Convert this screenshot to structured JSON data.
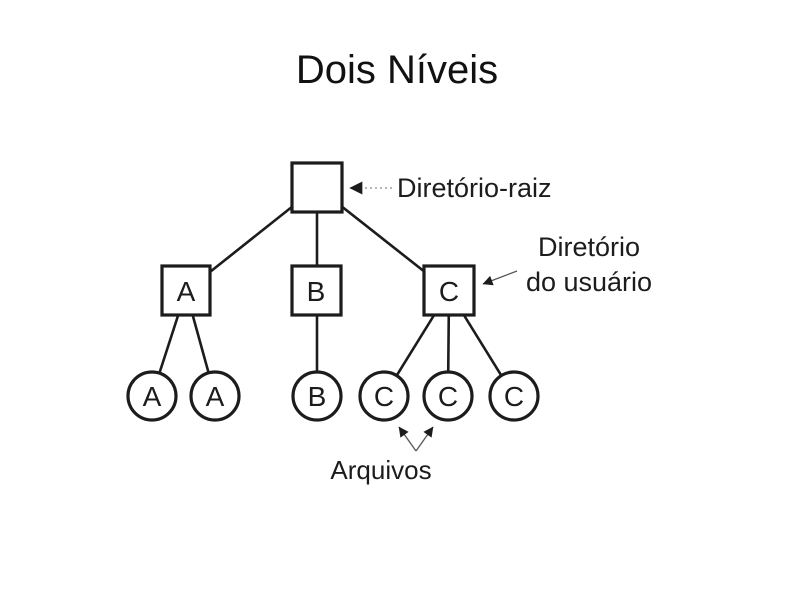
{
  "slide": {
    "title": "Dois Níveis",
    "background_color": "#ffffff",
    "ink_color": "#1c1c1c"
  },
  "diagram": {
    "type": "two-level-directory-tree",
    "root_node": {
      "shape": "square",
      "label": ""
    },
    "user_directories": [
      {
        "shape": "square",
        "label": "A"
      },
      {
        "shape": "square",
        "label": "B"
      },
      {
        "shape": "square",
        "label": "C"
      }
    ],
    "files": [
      {
        "shape": "circle",
        "parent": "A",
        "label": "A"
      },
      {
        "shape": "circle",
        "parent": "A",
        "label": "A"
      },
      {
        "shape": "circle",
        "parent": "B",
        "label": "B"
      },
      {
        "shape": "circle",
        "parent": "C",
        "label": "C"
      },
      {
        "shape": "circle",
        "parent": "C",
        "label": "C"
      },
      {
        "shape": "circle",
        "parent": "C",
        "label": "C"
      }
    ],
    "annotations": {
      "root_label": "Diretório-raiz",
      "user_directory_label_line1": "Diretório",
      "user_directory_label_line2": "do usuário",
      "files_label": "Arquivos"
    }
  }
}
